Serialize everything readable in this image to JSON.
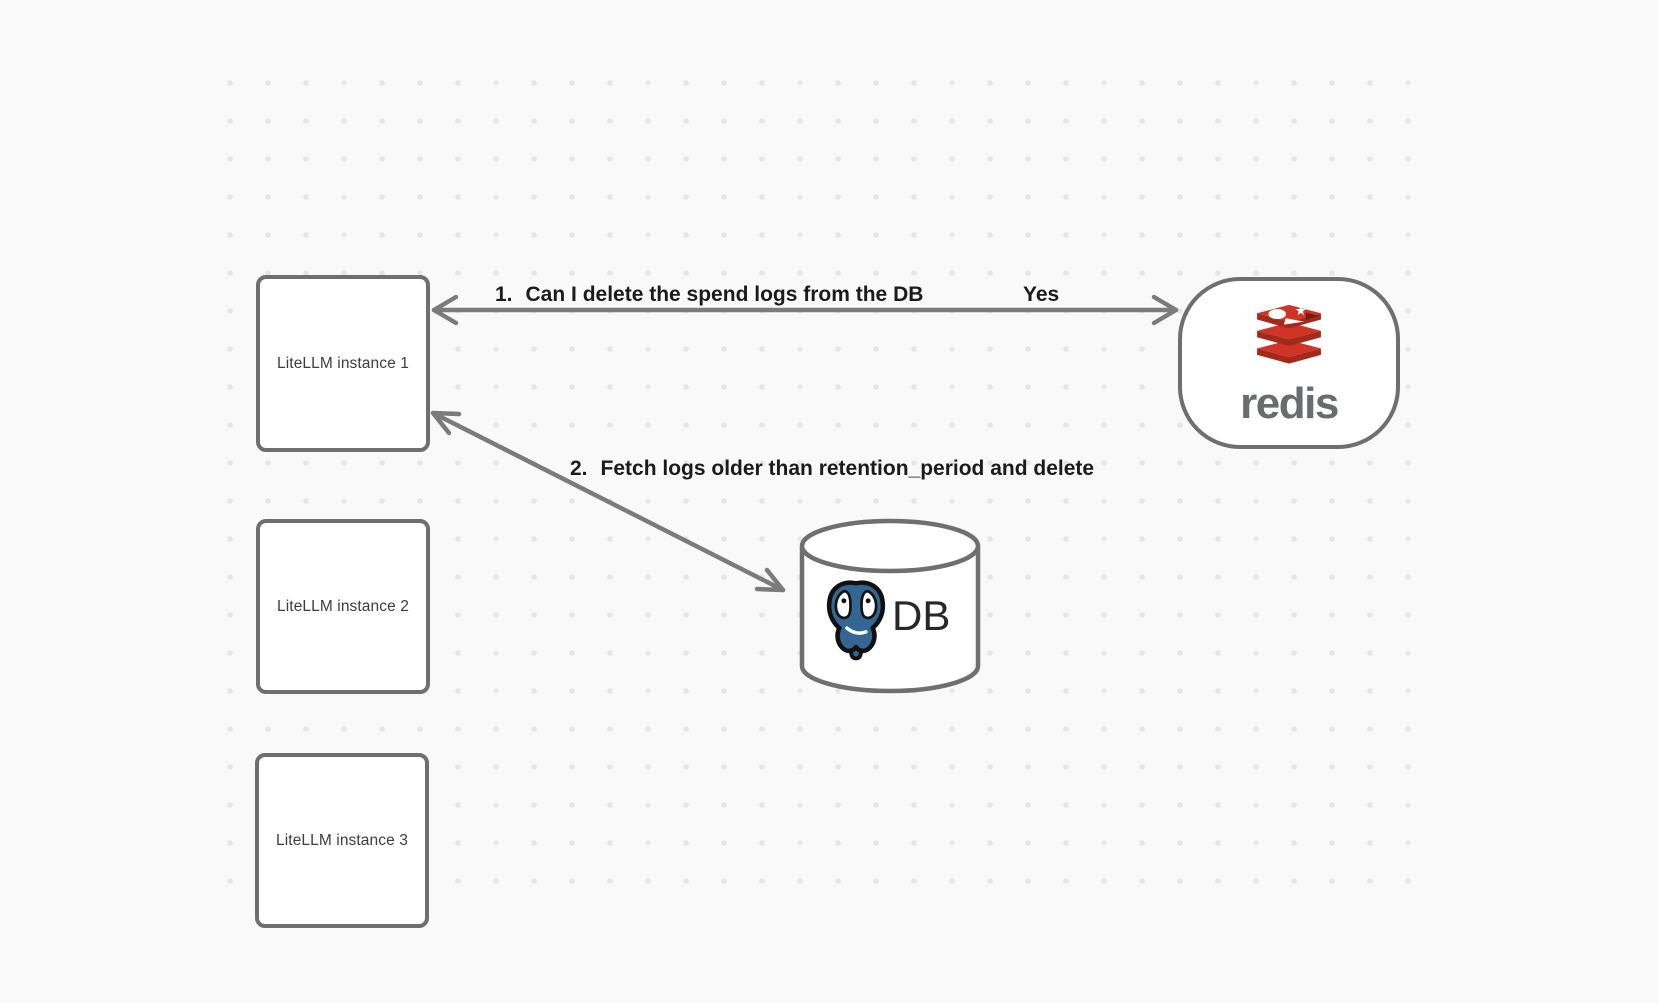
{
  "canvas": {
    "background_color": "#f9f9f9",
    "dot_color": "#e6e6e6"
  },
  "nodes": {
    "instances": [
      {
        "label": "LiteLLM instance 1"
      },
      {
        "label": "LiteLLM instance 2"
      },
      {
        "label": "LiteLLM instance 3"
      }
    ],
    "redis": {
      "wordmark": "redis",
      "logo_icon": "redis-stack-logo",
      "brand_red": "#d03426",
      "brand_red_dark": "#a3291a",
      "wordmark_color": "#6a6b6d"
    },
    "database": {
      "label": "DB",
      "logo_icon": "postgresql-elephant",
      "elephant_blue": "#336791"
    }
  },
  "edges": [
    {
      "number": "1.",
      "label": "Can I delete the spend logs from the DB",
      "response": "Yes",
      "from": "LiteLLM instance 1",
      "to": "redis",
      "style": "double-headed-arrow"
    },
    {
      "number": "2.",
      "label": "Fetch logs older than retention_period and delete",
      "from": "LiteLLM instance 1",
      "to": "DB",
      "style": "double-headed-arrow"
    }
  ]
}
